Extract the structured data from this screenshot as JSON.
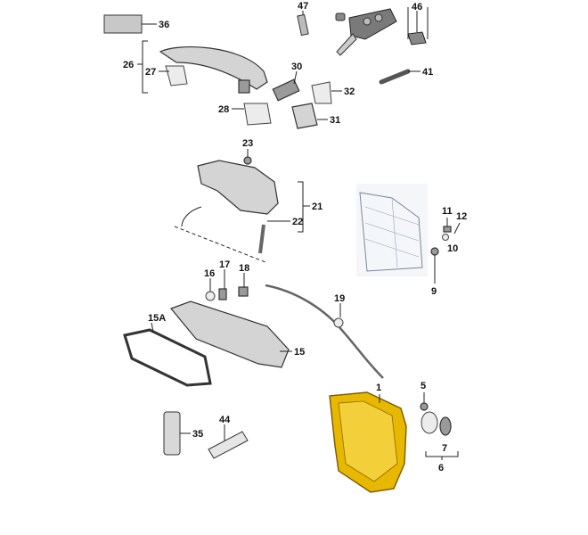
{
  "labels": {
    "p1": "1",
    "p5": "5",
    "p6": "6",
    "p7": "7",
    "p9": "9",
    "p10": "10",
    "p11": "11",
    "p12": "12",
    "p15": "15",
    "p15a": "15A",
    "p16": "16",
    "p17": "17",
    "p18": "18",
    "p19": "19",
    "p21": "21",
    "p22": "22",
    "p23": "23",
    "p26": "26",
    "p27": "27",
    "p28": "28",
    "p30": "30",
    "p31": "31",
    "p32": "32",
    "p35": "35",
    "p36": "36",
    "p41": "41",
    "p44": "44",
    "p46": "46",
    "p47": "47"
  },
  "colors": {
    "highlight": "#e8b800",
    "highlight_dark": "#b88a00",
    "part_gray": "#d4d4d4",
    "line": "#222222"
  }
}
